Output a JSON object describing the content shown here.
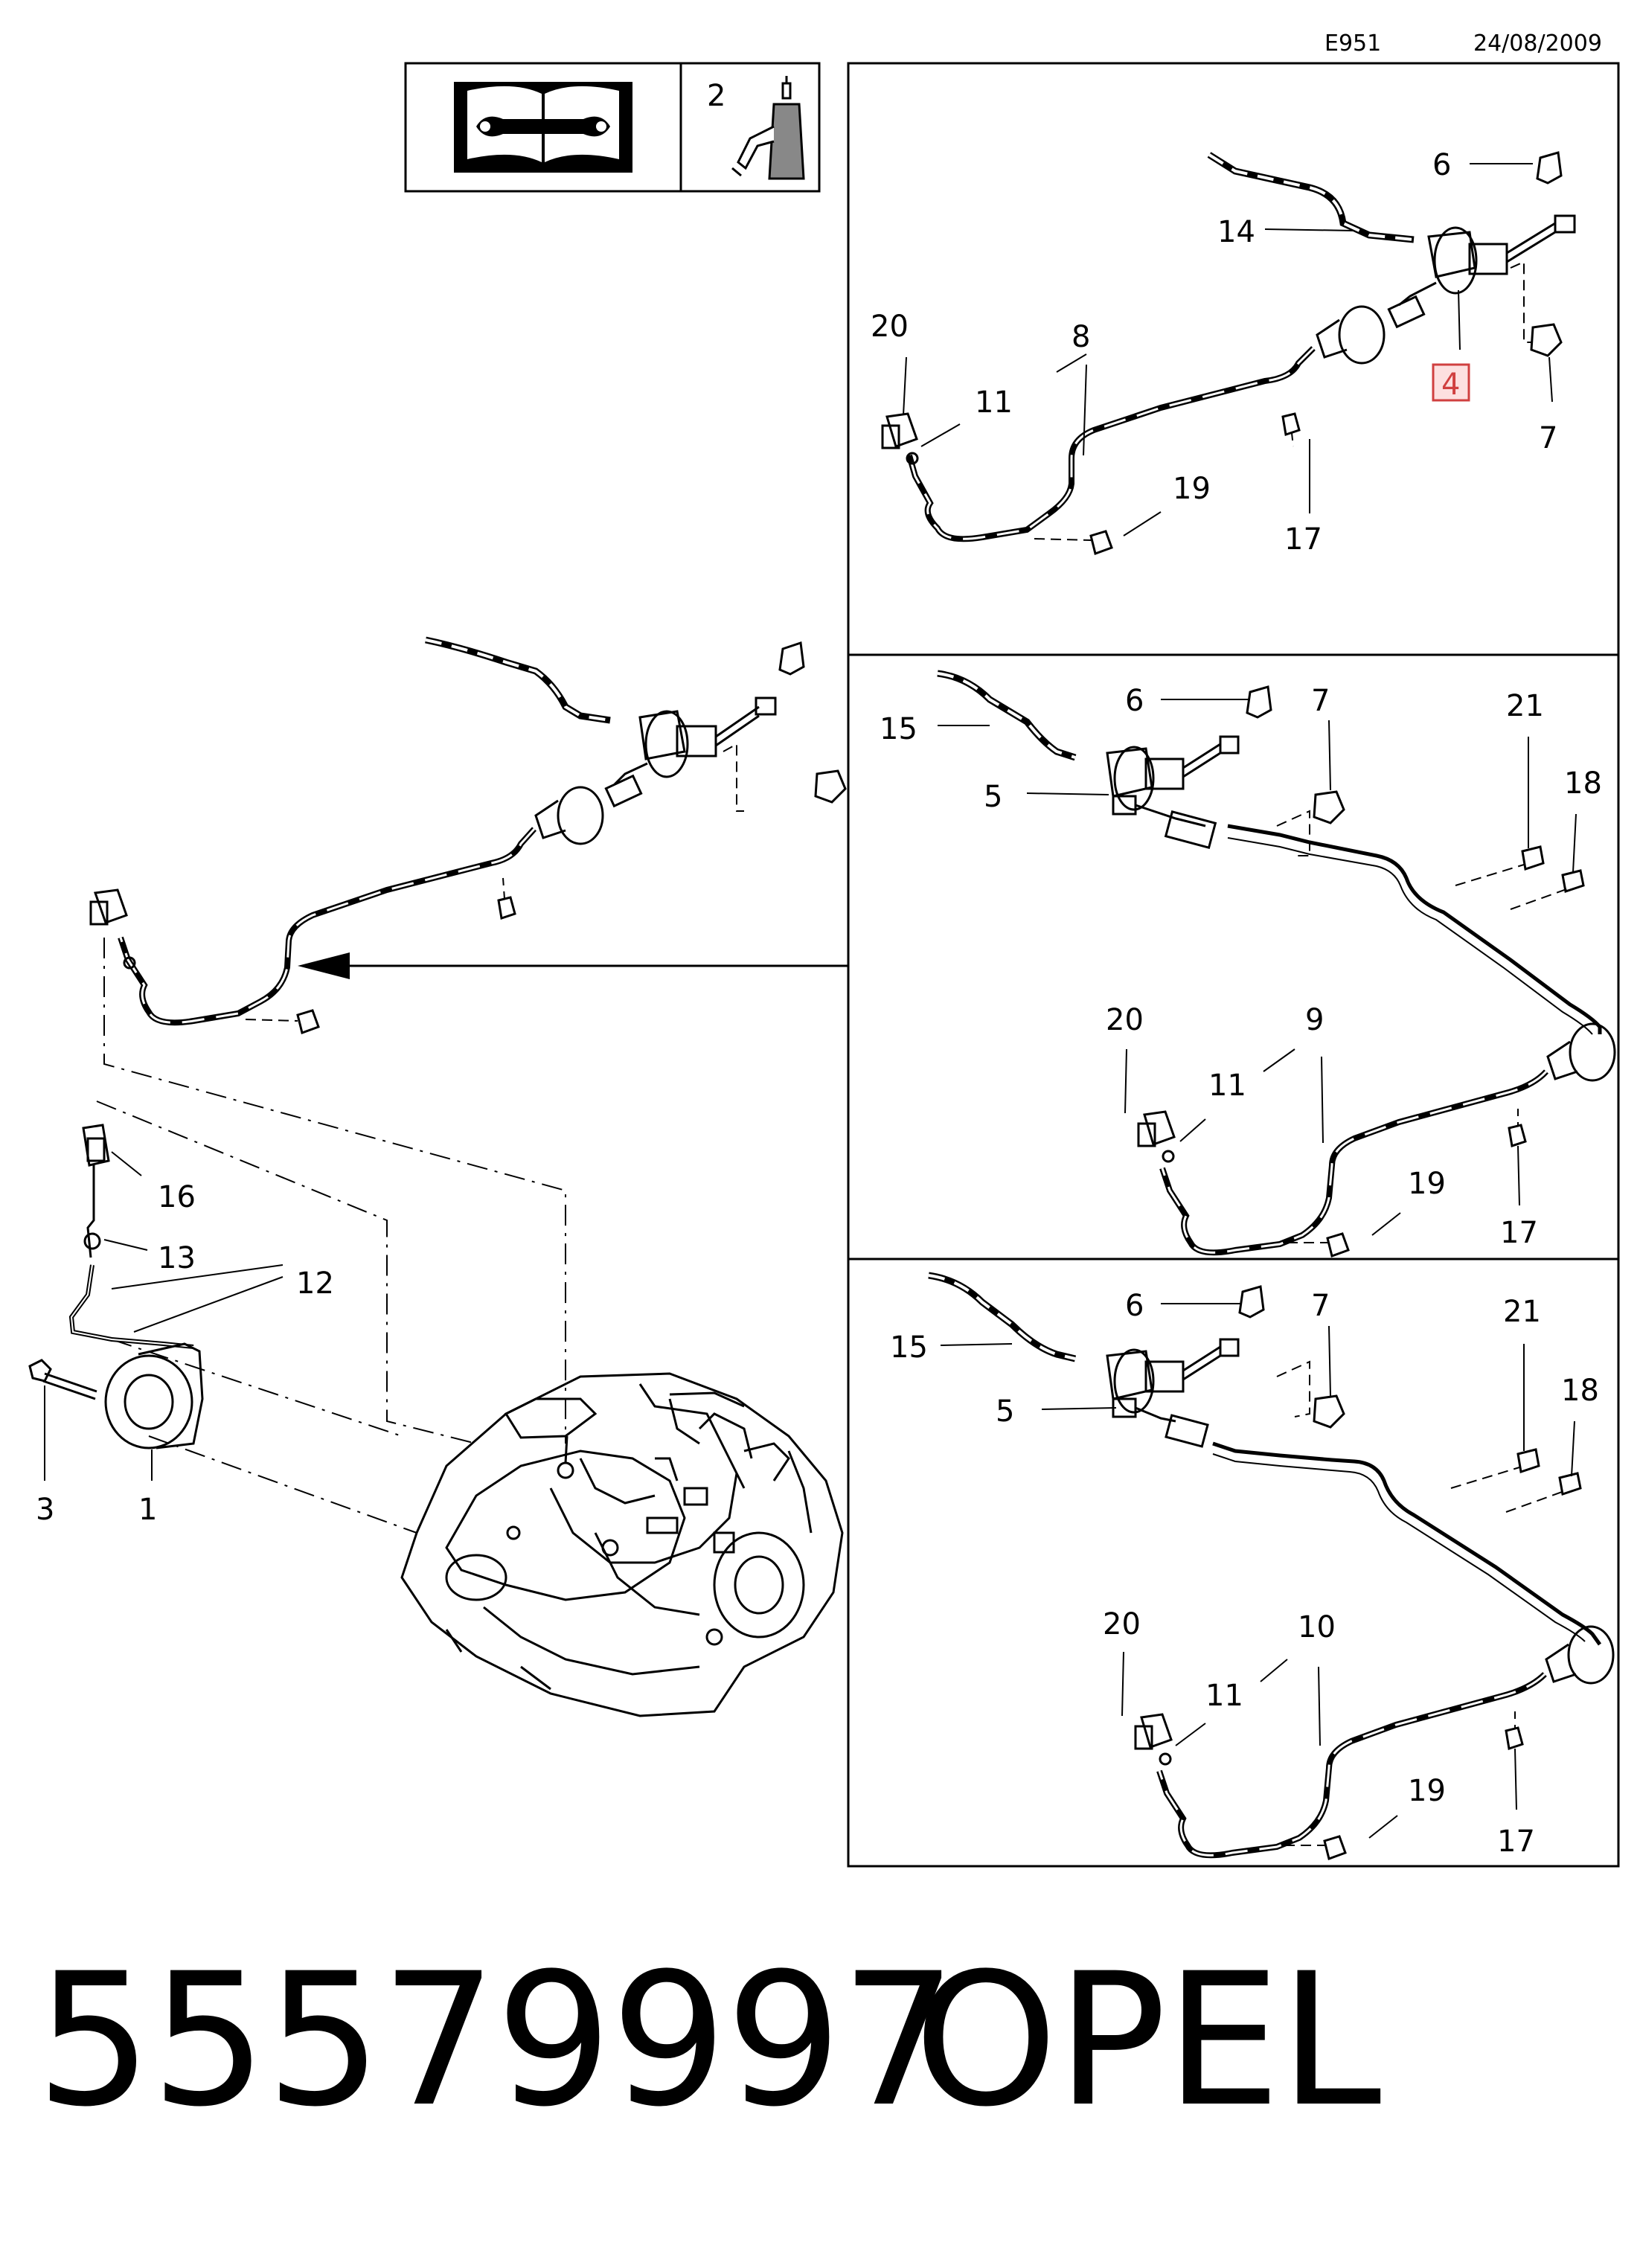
{
  "header": {
    "code": "E951",
    "date": "24/08/2009"
  },
  "icon_box": {
    "label": "2",
    "icons": [
      "manual-book-wrench-icon",
      "fluid-bottle-icon"
    ]
  },
  "panels": [
    {
      "name": "panel-top",
      "highlighted_label": "4",
      "labels": [
        "6",
        "14",
        "20",
        "8",
        "11",
        "4",
        "7",
        "19",
        "17"
      ]
    },
    {
      "name": "panel-middle",
      "labels": [
        "15",
        "6",
        "7",
        "21",
        "18",
        "5",
        "20",
        "9",
        "11",
        "19",
        "17"
      ]
    },
    {
      "name": "panel-bottom",
      "labels": [
        "6",
        "7",
        "15",
        "21",
        "18",
        "5",
        "20",
        "10",
        "11",
        "19",
        "17"
      ]
    }
  ],
  "main_labels": [
    "16",
    "13",
    "12",
    "3",
    "1"
  ],
  "footer": {
    "part_number": "55579997",
    "brand": "OPEL"
  },
  "colors": {
    "line": "#000000",
    "highlight_fill": "#fde0e0",
    "highlight_stroke": "#d04040"
  }
}
